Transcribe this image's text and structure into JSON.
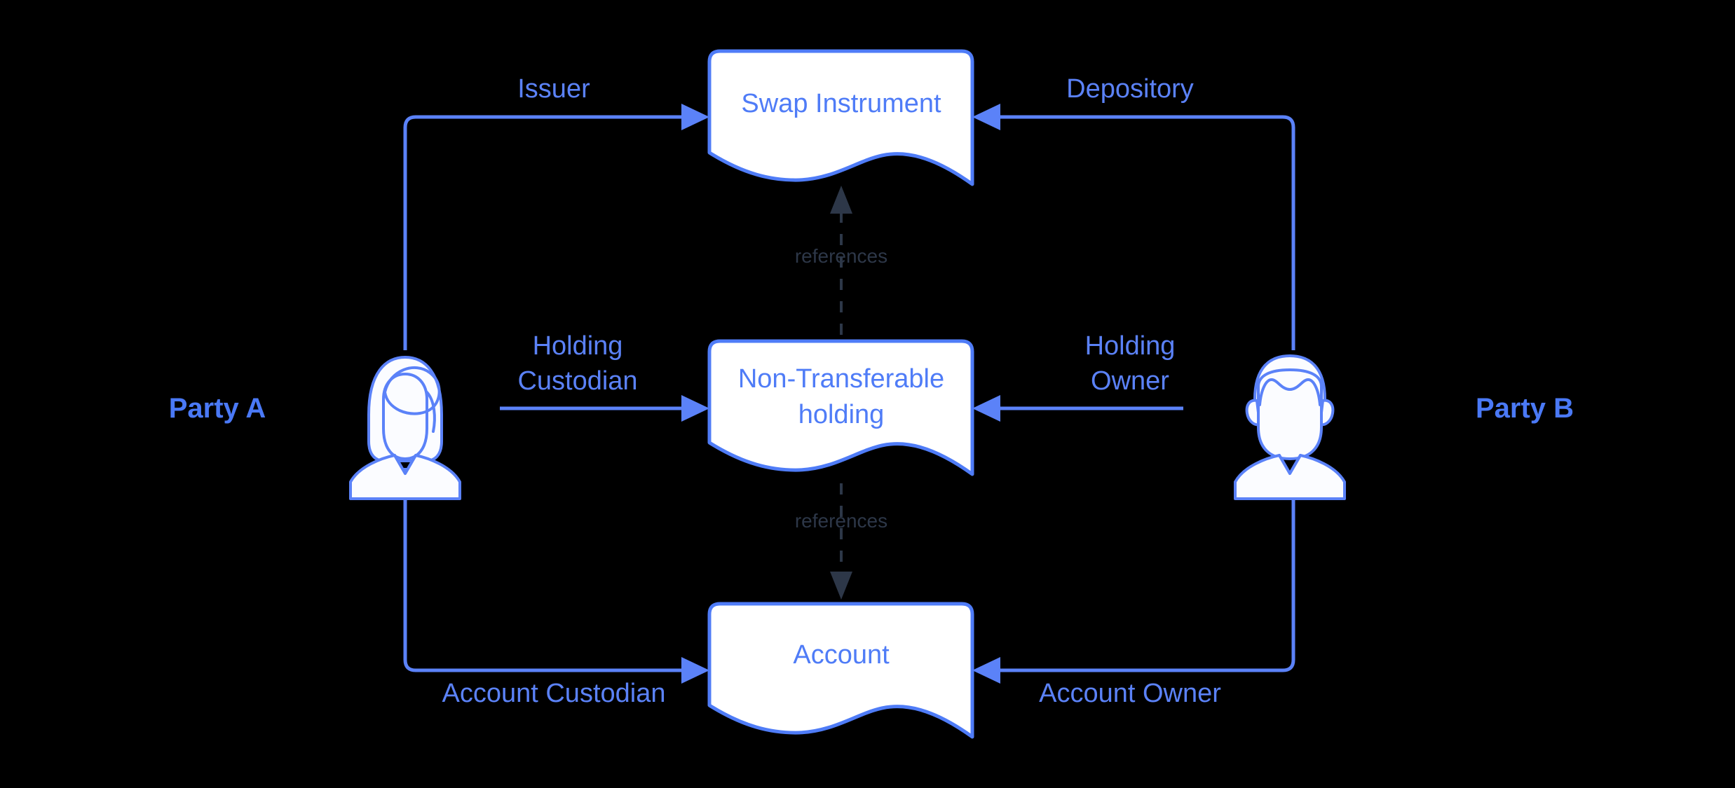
{
  "diagram": {
    "title": "Swap Instrument holding and account relationships",
    "background_color": "#000000",
    "accent_color": "#5b82f8",
    "node_fill": "#ffffff",
    "reference_color": "#2d3748"
  },
  "actors": [
    {
      "id": "party-a",
      "label": "Party A",
      "avatar": "person-female-icon",
      "side": "left"
    },
    {
      "id": "party-b",
      "label": "Party B",
      "avatar": "person-male-icon",
      "side": "right"
    }
  ],
  "nodes": [
    {
      "id": "swap-instrument",
      "label": "Swap Instrument",
      "shape": "document"
    },
    {
      "id": "non-transferable-holding",
      "label_line1": "Non-Transferable",
      "label_line2": "holding",
      "shape": "document"
    },
    {
      "id": "account",
      "label": "Account",
      "shape": "document"
    }
  ],
  "edges": [
    {
      "id": "issuer",
      "label": "Issuer",
      "from": "party-a",
      "to": "swap-instrument",
      "style": "solid"
    },
    {
      "id": "depository",
      "label": "Depository",
      "from": "party-b",
      "to": "swap-instrument",
      "style": "solid"
    },
    {
      "id": "holding-custodian",
      "label_line1": "Holding",
      "label_line2": "Custodian",
      "from": "party-a",
      "to": "non-transferable-holding",
      "style": "solid"
    },
    {
      "id": "holding-owner",
      "label_line1": "Holding",
      "label_line2": "Owner",
      "from": "party-b",
      "to": "non-transferable-holding",
      "style": "solid"
    },
    {
      "id": "account-custodian",
      "label": "Account Custodian",
      "from": "party-a",
      "to": "account",
      "style": "solid"
    },
    {
      "id": "account-owner",
      "label": "Account Owner",
      "from": "party-b",
      "to": "account",
      "style": "solid"
    },
    {
      "id": "holding-references-instrument",
      "label": "references",
      "from": "non-transferable-holding",
      "to": "swap-instrument",
      "style": "dashed"
    },
    {
      "id": "holding-references-account",
      "label": "references",
      "from": "non-transferable-holding",
      "to": "account",
      "style": "dashed"
    }
  ]
}
